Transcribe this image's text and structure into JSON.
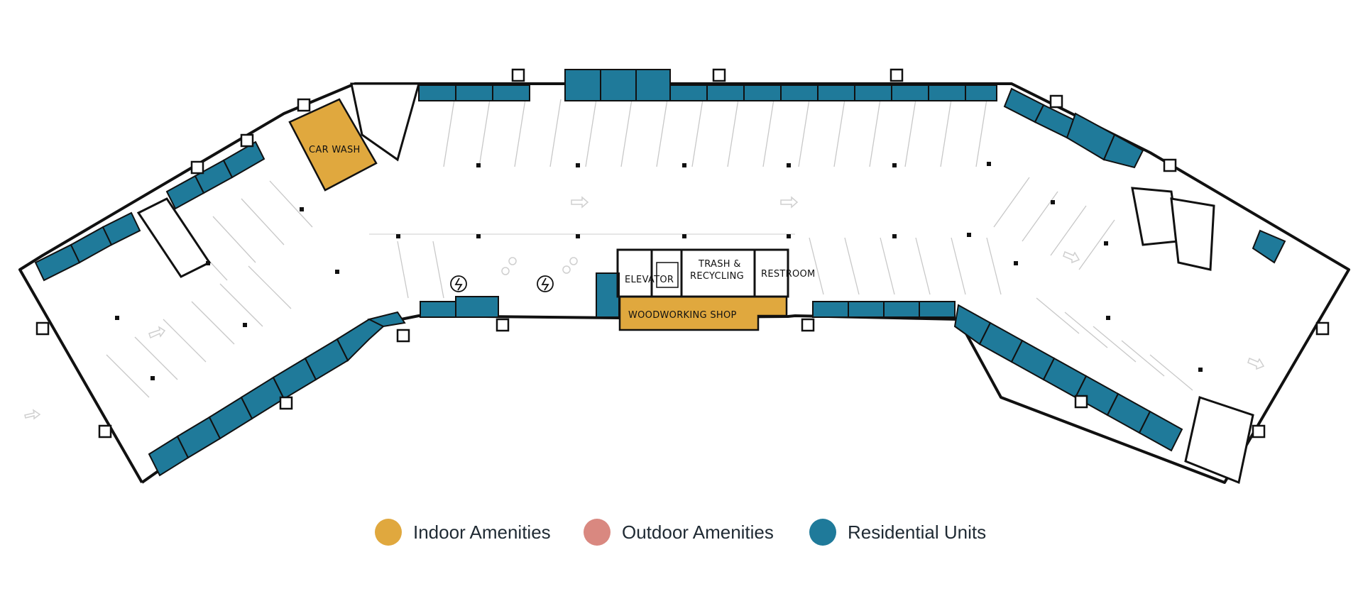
{
  "colors": {
    "indoor": "#E0A83E",
    "outdoor": "#D98880",
    "residential": "#1F7A9A",
    "wall": "#111111",
    "line": "#bfbfbf"
  },
  "rooms": {
    "car_wash": "CAR WASH",
    "elevator": "ELEVATOR",
    "trash_line1": "TRASH &",
    "trash_line2": "RECYCLING",
    "restroom": "RESTROOM",
    "woodworking": "WOODWORKING SHOP"
  },
  "icons": [
    "ev-charging-icon",
    "bicycle-icon",
    "arrow-icon",
    "column-dot"
  ],
  "legend": [
    {
      "label": "Indoor Amenities",
      "color": "#E0A83E"
    },
    {
      "label": "Outdoor Amenities",
      "color": "#D98880"
    },
    {
      "label": "Residential Units",
      "color": "#1F7A9A"
    }
  ]
}
